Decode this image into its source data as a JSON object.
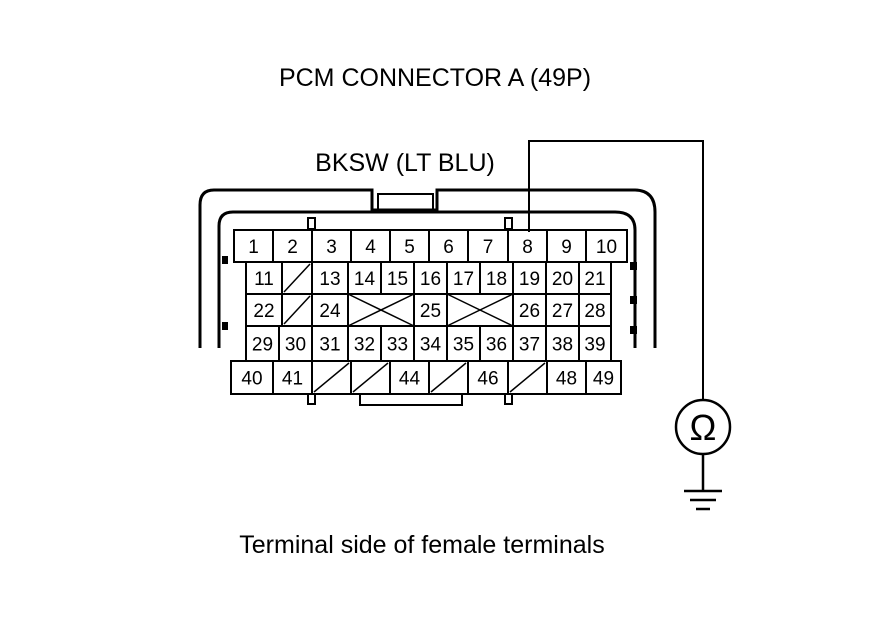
{
  "diagram": {
    "title": "PCM CONNECTOR A (49P)",
    "wire_label": "BKSW (LT BLU)",
    "caption": "Terminal side of female terminals",
    "meter_symbol": "Ω",
    "meter_icon": "ohmmeter-icon",
    "ground_icon": "ground-icon",
    "probed_terminal": "8",
    "colors": {
      "line": "#000000",
      "background": "#ffffff"
    },
    "rows": [
      [
        "1",
        "2",
        "3",
        "4",
        "5",
        "6",
        "7",
        "8",
        "9",
        "10"
      ],
      [
        "11",
        "",
        "13",
        "14",
        "15",
        "16",
        "17",
        "18",
        "19",
        "20",
        "21"
      ],
      [
        "22",
        "",
        "24",
        "",
        "",
        "25",
        "",
        "",
        "26",
        "27",
        "28"
      ],
      [
        "29",
        "30",
        "31",
        "32",
        "33",
        "34",
        "35",
        "36",
        "37",
        "38",
        "39"
      ],
      [
        "40",
        "41",
        "",
        "",
        "44",
        "",
        "46",
        "",
        "48",
        "49"
      ]
    ]
  }
}
